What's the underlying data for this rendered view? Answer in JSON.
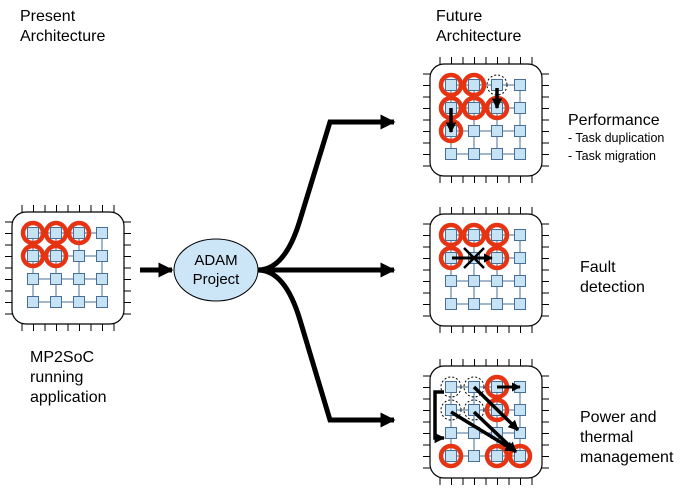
{
  "labels": {
    "present": [
      "Present",
      "Architecture"
    ],
    "future": [
      "Future",
      "Architecture"
    ],
    "mp2soc": [
      "MP2SoC",
      "running",
      "application"
    ],
    "adam": [
      "ADAM",
      "Project"
    ],
    "performance": "Performance",
    "performance_items": [
      "- Task duplication",
      "- Task migration"
    ],
    "fault": [
      "Fault",
      "detection"
    ],
    "power": [
      "Power and",
      "thermal",
      "management"
    ]
  },
  "colors": {
    "core_fill": "#c6e3f5",
    "core_border": "#4a6f96",
    "active_ring": "#e63312",
    "adam_fill": "#cce5f7",
    "chip_border": "#000000"
  },
  "chips": [
    {
      "id": "present",
      "active": [
        [
          0,
          0
        ],
        [
          1,
          0
        ],
        [
          2,
          0
        ],
        [
          0,
          1
        ],
        [
          1,
          1
        ]
      ]
    },
    {
      "id": "performance",
      "active": [
        [
          0,
          0
        ],
        [
          1,
          0
        ],
        [
          0,
          1
        ],
        [
          1,
          1
        ],
        [
          2,
          1
        ],
        [
          0,
          2
        ]
      ],
      "dashed": [
        [
          2,
          0
        ]
      ]
    },
    {
      "id": "fault",
      "active": [
        [
          0,
          0
        ],
        [
          1,
          0
        ],
        [
          2,
          0
        ],
        [
          0,
          1
        ],
        [
          2,
          1
        ]
      ],
      "faulty": [
        [
          1,
          1
        ]
      ]
    },
    {
      "id": "power",
      "active": [
        [
          2,
          0
        ],
        [
          2,
          1
        ],
        [
          0,
          3
        ],
        [
          2,
          3
        ],
        [
          3,
          3
        ]
      ],
      "dashed": [
        [
          0,
          0
        ],
        [
          1,
          0
        ],
        [
          2,
          0
        ],
        [
          1,
          1
        ],
        [
          0,
          1
        ]
      ]
    }
  ]
}
